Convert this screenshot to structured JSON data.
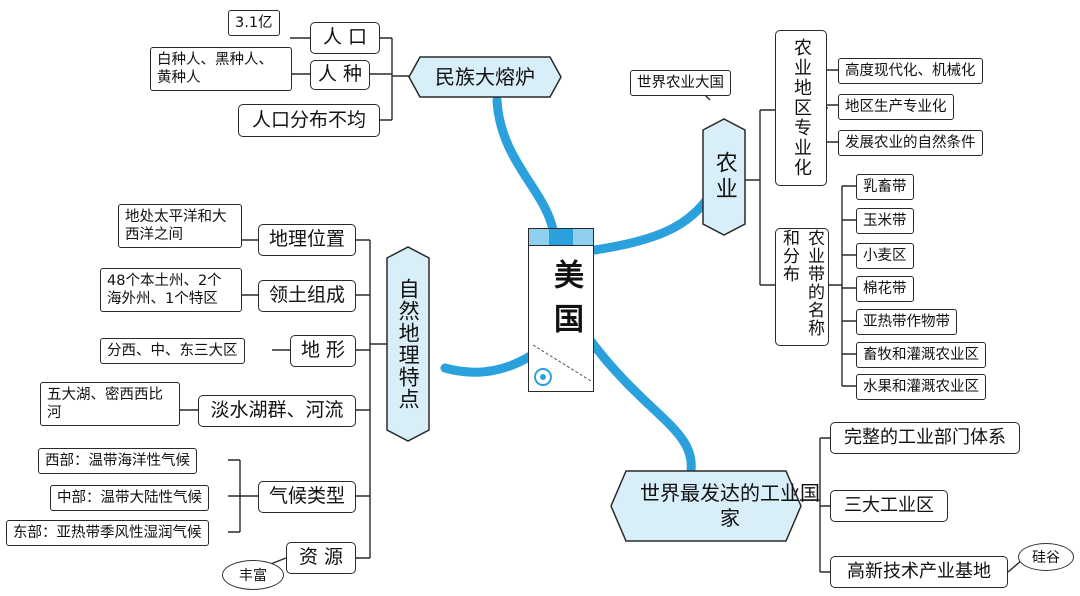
{
  "center": {
    "title": "美国"
  },
  "branches": {
    "minzu": {
      "label": "民族大熔炉",
      "renkou": {
        "label": "人 口",
        "leaf": "3.1亿"
      },
      "renzhong": {
        "label": "人 种",
        "leaf": "白种人、黑种人、黄种人"
      },
      "fenbu": {
        "label": "人口分布不均"
      }
    },
    "ziran": {
      "label": "自然地理特点",
      "dili": {
        "label": "地理位置",
        "leaf": "地处太平洋和大西洋之间"
      },
      "lingtu": {
        "label": "领土组成",
        "leaf": "48个本土州、2个海外州、1个特区"
      },
      "dixing": {
        "label": "地 形",
        "leaf": "分西、中、东三大区"
      },
      "hupo": {
        "label": "淡水湖群、河流",
        "leaf": "五大湖、密西西比河"
      },
      "qihou": {
        "label": "气候类型",
        "west": "西部：温带海洋性气候",
        "middle": "中部：温带大陆性气候",
        "east": "东部：亚热带季风性湿润气候"
      },
      "ziyuan": {
        "label": "资 源",
        "leaf": "丰富"
      }
    },
    "nongye": {
      "label": "农业",
      "note": "世界农业大国",
      "zhuanye": {
        "label": "农业地区专业化",
        "items": [
          "高度现代化、机械化",
          "地区生产专业化",
          "发展农业的自然条件"
        ]
      },
      "daidai": {
        "label": "农业带的名称和分布",
        "items": [
          "乳畜带",
          "玉米带",
          "小麦区",
          "棉花带",
          "亚热带作物带",
          "畜牧和灌溉农业区",
          "水果和灌溉农业区"
        ]
      }
    },
    "gongye": {
      "label": "世界最发达的工业国家",
      "items": [
        "完整的工业部门体系",
        "三大工业区",
        "高新技术产业基地"
      ],
      "cloud": "硅谷"
    }
  }
}
